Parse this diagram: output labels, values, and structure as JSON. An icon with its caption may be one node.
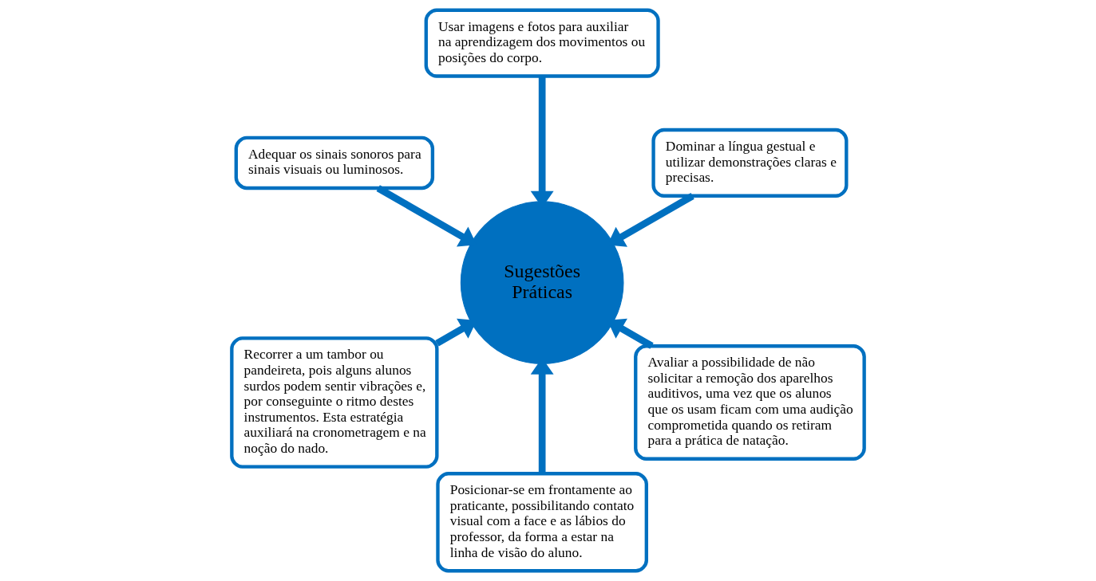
{
  "diagram": {
    "nodes": [
      {
        "text": [
          "Dominar a língua gestual e utilizar demonstrações claras e precisas."
        ]
      },
      {
        "text": [
          "Usar imagens e fotos para auxiliar na aprendizagem dos movimentos ou posições do corpo."
        ]
      },
      {
        "text": [
          "Adequar os sinais sonoros para sinais visuais ou luminosos."
        ]
      },
      {
        "text": [
          "Recorrer a um tambor ou pandeireta, pois alguns alunos surdos podem sentir vibrações e, por conseguinte o ritmo destes instrumentos. Esta estratégia auxiliará na cronometragem e na noção do nado."
        ]
      },
      {
        "text": [
          "Sugestões Práticas"
        ]
      },
      {
        "text": [
          "Posicionar-se em frontamente ao praticante, possibilitando contato visual com a face e as lábios do professor, da forma a estar na linha de visão do aluno."
        ]
      },
      {
        "text": [
          "Avaliar a possibilidade de não solicitar a remoção dos aparelhos auditivos, uma vez que os alunos que os usam ficam com uma audição comprometida quando os retiram para a prática de natação."
        ]
      }
    ],
    "edges": [
      {
        "from": 0,
        "to": 4,
        "arrow": "to"
      },
      {
        "from": 1,
        "to": 4,
        "arrow": "to"
      },
      {
        "from": 2,
        "to": 4,
        "arrow": "to"
      },
      {
        "from": 3,
        "to": 4,
        "arrow": "to"
      },
      {
        "from": 5,
        "to": 4,
        "arrow": "to"
      },
      {
        "from": 6,
        "to": 4,
        "arrow": "to"
      }
    ]
  }
}
